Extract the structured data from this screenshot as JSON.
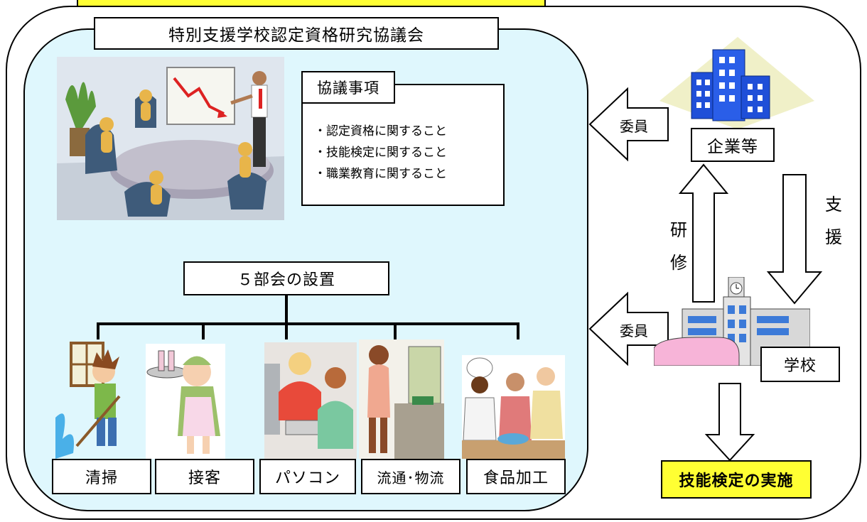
{
  "council": {
    "title": "特別支援学校認定資格研究協議会",
    "agenda_heading": "協議事項",
    "agenda_items": [
      "・認定資格に関すること",
      "・技能検定に関すること",
      "・職業教育に関すること"
    ],
    "subcommittee_heading": "５部会の設置",
    "subcommittees": [
      "清掃",
      "接客",
      "パソコン",
      "流通･物流",
      "食品加工"
    ]
  },
  "right": {
    "company_label": "企業等",
    "school_label": "学校",
    "member_label_top": "委員",
    "member_label_bottom": "委員",
    "training_label": [
      "研",
      "修"
    ],
    "support_label": [
      "支",
      "援"
    ],
    "result_label": "技能検定の実施"
  },
  "colors": {
    "council_bg": "#dff7fd",
    "highlight": "#ffff33",
    "building_blue": "#1f4fd8",
    "building_bg": "#f0f0c8",
    "school_pink": "#f7b4d8"
  },
  "icons": {
    "meeting": "meeting-illustration",
    "company": "office-building-icon",
    "school": "school-building-icon",
    "cleaning": "cleaning-boy-illustration",
    "service": "waitress-illustration",
    "pc": "computer-users-illustration",
    "logistics": "shop-clerk-illustration",
    "food": "cooking-staff-illustration"
  }
}
